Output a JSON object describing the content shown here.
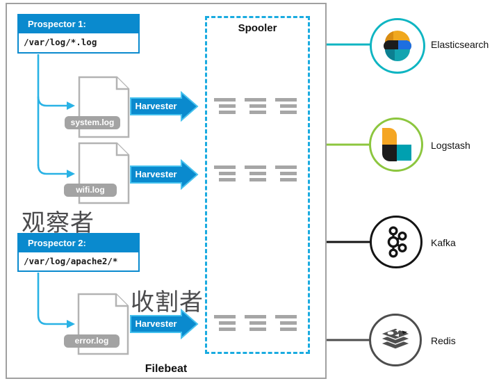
{
  "filebeat": {
    "label": "Filebeat",
    "spooler_label": "Spooler",
    "harvester_label": "Harvester",
    "prospector1": {
      "title": "Prospector 1:",
      "path": "/var/log/*.log"
    },
    "prospector2": {
      "title": "Prospector 2:",
      "path": "/var/log/apache2/*"
    },
    "files": [
      {
        "name": "system.log"
      },
      {
        "name": "wifi.log"
      },
      {
        "name": "error.log"
      }
    ]
  },
  "annotations": {
    "observer_cn": "观察者",
    "harvester_cn": "收割者"
  },
  "outputs": [
    {
      "name": "Elasticsearch",
      "color": "#0fb5c2"
    },
    {
      "name": "Logstash",
      "color": "#8cc63e"
    },
    {
      "name": "Kafka",
      "color": "#141414"
    },
    {
      "name": "Redis",
      "color": "#4d4d4d"
    }
  ],
  "colors": {
    "prospector_blue": "#0a8ace",
    "harvester_arrow_blue": "#0a8ace",
    "harvester_arrow_outline": "#45c1ee",
    "flow_arrow_cyan": "#29b2e5",
    "spooler_dash_blue": "#1aabe0",
    "event_bar_gray": "#a6a6a6",
    "file_outline_gray": "#b3b3b3",
    "file_badge_gray": "#a3a3a3"
  }
}
